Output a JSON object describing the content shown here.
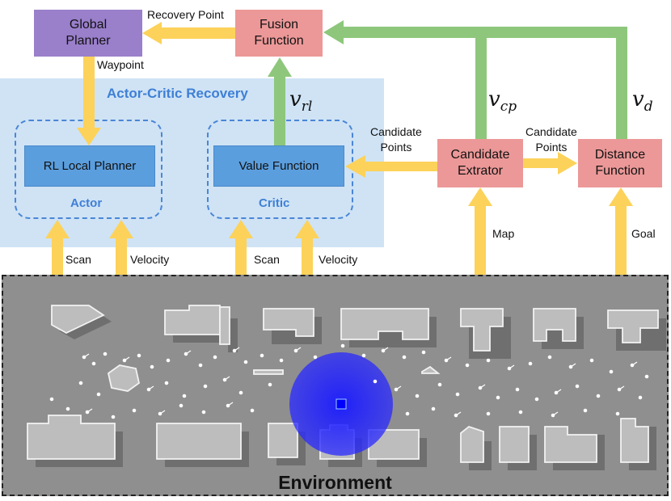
{
  "boxes": {
    "global_planner": "Global\nPlanner",
    "fusion_function": "Fusion\nFunction",
    "rl_local_planner": "RL Local Planner",
    "value_function": "Value Function",
    "candidate_extractor": "Candidate\nExtrator",
    "distance_function": "Distance\nFunction"
  },
  "regions": {
    "actor_critic_recovery": "Actor-Critic Recovery",
    "actor": "Actor",
    "critic": "Critic",
    "environment": "Environment"
  },
  "edge_labels": {
    "recovery_point": "Recovery Point",
    "waypoint": "Waypoint",
    "candidate_points_1": "Candidate\nPoints",
    "candidate_points_2": "Candidate\nPoints",
    "scan_1": "Scan",
    "velocity_1": "Velocity",
    "scan_2": "Scan",
    "velocity_2": "Velocity",
    "map": "Map",
    "goal": "Goal"
  },
  "math_labels": {
    "v_rl": {
      "base": "v",
      "sub": "rl"
    },
    "v_cp": {
      "base": "v",
      "sub": "cp"
    },
    "v_d": {
      "base": "v",
      "sub": "d"
    }
  },
  "colors": {
    "yellow_arrow": "#fcd25a",
    "green_arrow": "#8ec77c",
    "pink_box": "#ec9898",
    "purple_box": "#9a7fcb",
    "blue_box": "#5b9ede",
    "panel": "#cfe3f5",
    "dashed_blue": "#4a86d6",
    "environment_bg": "#8f8f8f"
  }
}
